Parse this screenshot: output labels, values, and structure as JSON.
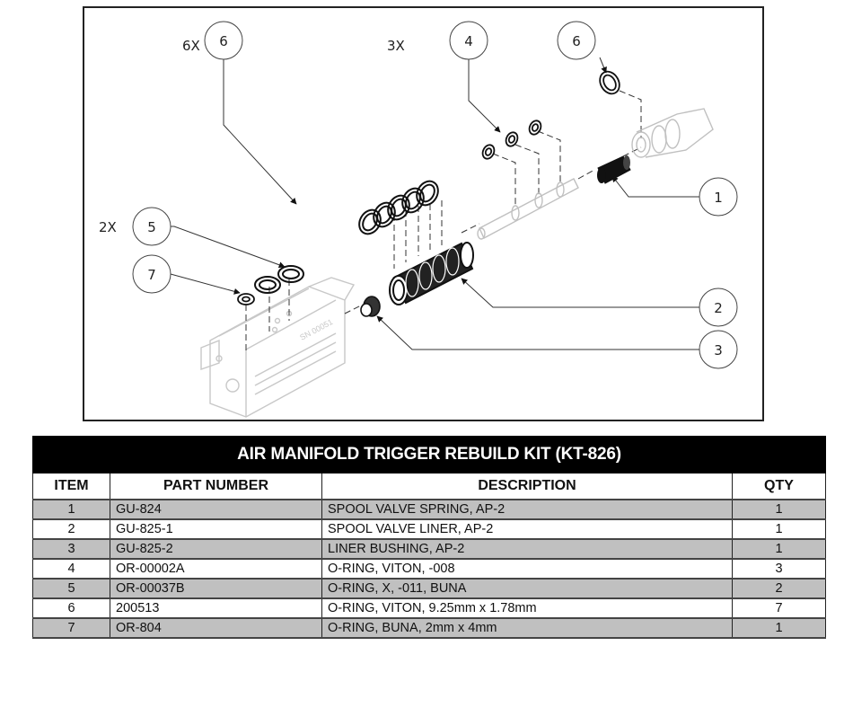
{
  "diagram": {
    "callouts": [
      {
        "id": "callout-6-top-left",
        "number": "6",
        "qty_label": "6X"
      },
      {
        "id": "callout-4",
        "number": "4",
        "qty_label": "3X"
      },
      {
        "id": "callout-6-top-right",
        "number": "6",
        "qty_label": ""
      },
      {
        "id": "callout-1",
        "number": "1",
        "qty_label": ""
      },
      {
        "id": "callout-5",
        "number": "5",
        "qty_label": "2X"
      },
      {
        "id": "callout-7",
        "number": "7",
        "qty_label": ""
      },
      {
        "id": "callout-2",
        "number": "2",
        "qty_label": ""
      },
      {
        "id": "callout-3",
        "number": "3",
        "qty_label": ""
      }
    ],
    "housing_label": "SN 00051"
  },
  "table": {
    "title": "AIR MANIFOLD TRIGGER REBUILD KIT (KT-826)",
    "columns": [
      "ITEM",
      "PART NUMBER",
      "DESCRIPTION",
      "QTY"
    ],
    "rows": [
      {
        "item": "1",
        "part_number": "GU-824",
        "description": "SPOOL VALVE SPRING, AP-2",
        "qty": "1"
      },
      {
        "item": "2",
        "part_number": "GU-825-1",
        "description": "SPOOL VALVE LINER, AP-2",
        "qty": "1"
      },
      {
        "item": "3",
        "part_number": "GU-825-2",
        "description": "LINER BUSHING, AP-2",
        "qty": "1"
      },
      {
        "item": "4",
        "part_number": "OR-00002A",
        "description": "O-RING, VITON, -008",
        "qty": "3"
      },
      {
        "item": "5",
        "part_number": "OR-00037B",
        "description": "O-RING, X, -011, BUNA",
        "qty": "2"
      },
      {
        "item": "6",
        "part_number": "200513",
        "description": "O-RING, VITON, 9.25mm x 1.78mm",
        "qty": "7"
      },
      {
        "item": "7",
        "part_number": "OR-804",
        "description": "O-RING, BUNA, 2mm x 4mm",
        "qty": "1"
      }
    ]
  },
  "colors": {
    "title_bar_bg": "#000000",
    "title_bar_fg": "#ffffff",
    "row_shade": "#c0c0c0",
    "row_plain": "#ffffff",
    "line": "#222222"
  }
}
